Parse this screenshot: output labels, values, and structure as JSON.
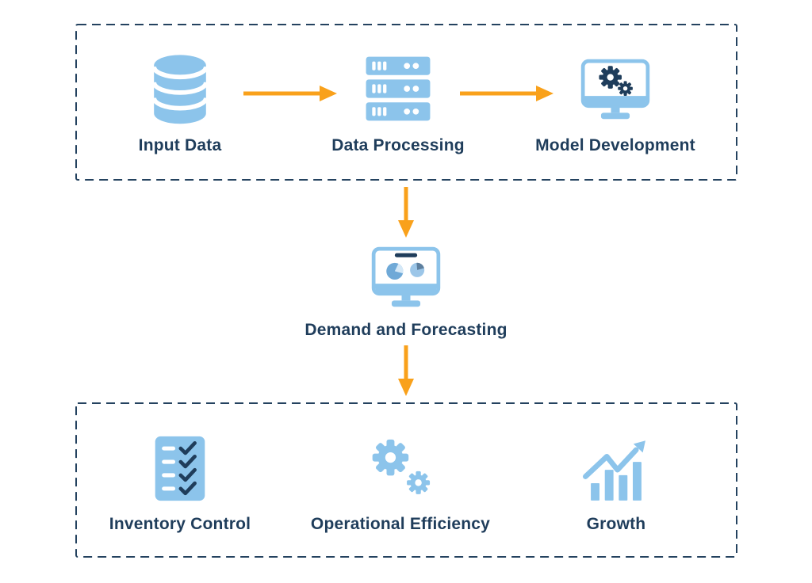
{
  "diagram": {
    "title": "Demand forecasting pipeline diagram",
    "stage_flow": {
      "nodes": [
        {
          "label": "Input Data",
          "icon": "database-icon"
        },
        {
          "label": "Data Processing",
          "icon": "server-icon"
        },
        {
          "label": "Model Development",
          "icon": "monitor-gears-icon"
        }
      ],
      "connectors": [
        "input-data-to-data-processing-arrow",
        "data-processing-to-model-development-arrow"
      ]
    },
    "central_node": {
      "label": "Demand and Forecasting",
      "icon": "monitor-pie-chart-icon"
    },
    "central_connectors": [
      "stage-box-to-demand-forecasting-arrow",
      "demand-forecasting-to-outcomes-arrow"
    ],
    "outcome_flow": {
      "nodes": [
        {
          "label": "Inventory Control",
          "icon": "checklist-icon"
        },
        {
          "label": "Operational Efficiency",
          "icon": "gears-icon"
        },
        {
          "label": "Growth",
          "icon": "bar-chart-growth-icon"
        }
      ]
    },
    "colors": {
      "background": "#ffffff",
      "icon_light_blue": "#8cc4eb",
      "text_navy": "#1f3d5b",
      "arrow_orange": "#f9a11b",
      "dashed_border": "#24425f",
      "pie_medium_blue": "#6fa9d7",
      "pie_pale_blue": "#d4e8f7",
      "pie_slate": "#5d7f9e"
    }
  }
}
